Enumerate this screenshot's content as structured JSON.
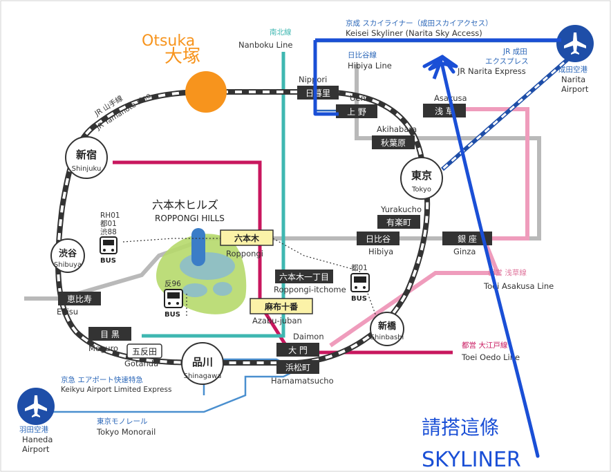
{
  "colors": {
    "yamanote": "#555555",
    "nanboku": "#3fb7b1",
    "hibiya": "#b9b9b9",
    "asakusa": "#ef9cbc",
    "oedo": "#c8175e",
    "jr_narita": "#1e4ea8",
    "keisei": "#2a66b8",
    "monorail": "#4a8fcf",
    "annotation": "#1a4fd6",
    "yamanote_circle": "#f7941d"
  },
  "title": {
    "en": "Otsuka",
    "jp": "大塚"
  },
  "lines": {
    "yamanote": {
      "jp": "JR 山手線",
      "en": "JR Yamanote Line"
    },
    "nanboku": {
      "jp": "南北線",
      "en": "Nanboku Line"
    },
    "keisei": {
      "jp": "京成 スカイライナー（成田スカイアクセス）",
      "en": "Keisei Skyliner (Narita Sky Access)"
    },
    "hibiya": {
      "jp": "日比谷線",
      "en": "Hibiya Line"
    },
    "jr_narita": {
      "jp1": "JR 成田",
      "jp2": "エクスプレス",
      "en": "JR Narita Express"
    },
    "asakusa": {
      "jp": "都営 浅草線",
      "en": "Toei Asakusa Line"
    },
    "oedo": {
      "jp": "都営 大江戸線",
      "en": "Toei Oedo Line"
    },
    "keikyu": {
      "jp": "京急 エアポート快速特急",
      "en": "Keikyu Airport Limited Express"
    },
    "monorail": {
      "jp": "東京モノレール",
      "en": "Tokyo Monorail"
    }
  },
  "airports": {
    "narita": {
      "jp": "成田空港",
      "en1": "Narita",
      "en2": "Airport",
      "icon": "airplane-icon"
    },
    "haneda": {
      "jp": "羽田空港",
      "en1": "Haneda",
      "en2": "Airport",
      "icon": "airplane-icon"
    }
  },
  "circle_stations": {
    "shinjuku": {
      "jp": "新宿",
      "en": "Shinjuku"
    },
    "shibuya": {
      "jp": "渋谷",
      "en": "Shibuya"
    },
    "shinagawa": {
      "jp": "品川",
      "en": "Shinagawa"
    },
    "tokyo": {
      "jp": "東京",
      "en": "Tokyo"
    },
    "shinbashi": {
      "jp": "新橋",
      "en": "Shinbashi"
    }
  },
  "box_stations": {
    "nippori": {
      "jp": "日暮里",
      "en": "Nippori"
    },
    "ueno": {
      "jp": "上 野",
      "en": "Ueno"
    },
    "akihabara": {
      "jp": "秋葉原",
      "en": "Akihabara"
    },
    "asakusa": {
      "jp": "浅 草",
      "en": "Asakusa"
    },
    "yurakucho": {
      "jp": "有楽町",
      "en": "Yurakucho"
    },
    "hibiya": {
      "jp": "日比谷",
      "en": "Hibiya"
    },
    "ginza": {
      "jp": "銀 座",
      "en": "Ginza"
    },
    "roppongi_itchome": {
      "jp": "六本木一丁目",
      "en": "Roppongi-itchome"
    },
    "daimon": {
      "jp": "大 門",
      "en": "Daimon"
    },
    "hamamatsucho": {
      "jp": "浜松町",
      "en": "Hamamatsucho"
    },
    "ebisu": {
      "jp": "恵比寿",
      "en": "Ebisu"
    },
    "meguro": {
      "jp": "目 黒",
      "en": "Meguro"
    },
    "gotanda": {
      "jp": "五反田",
      "en": "Gotanda"
    }
  },
  "highlight_stations": {
    "roppongi": {
      "jp": "六本木",
      "en": "Roppongi"
    },
    "azabu_juban": {
      "jp": "麻布十番",
      "en": "Azabu-juban"
    }
  },
  "roppongi_hills": {
    "jp": "六本木ヒルズ",
    "en": "ROPPONGI HILLS"
  },
  "bus_stops": {
    "shibuya_bus": {
      "routes": [
        "RH01",
        "都01",
        "渋88"
      ],
      "label": "BUS"
    },
    "gotanda_bus": {
      "routes": [
        "反96"
      ],
      "label": "BUS"
    },
    "shinbashi_bus": {
      "routes": [
        "都01"
      ],
      "label": "BUS"
    }
  },
  "annotation": {
    "line1": "請搭這條",
    "line2": "SKYLINER"
  }
}
